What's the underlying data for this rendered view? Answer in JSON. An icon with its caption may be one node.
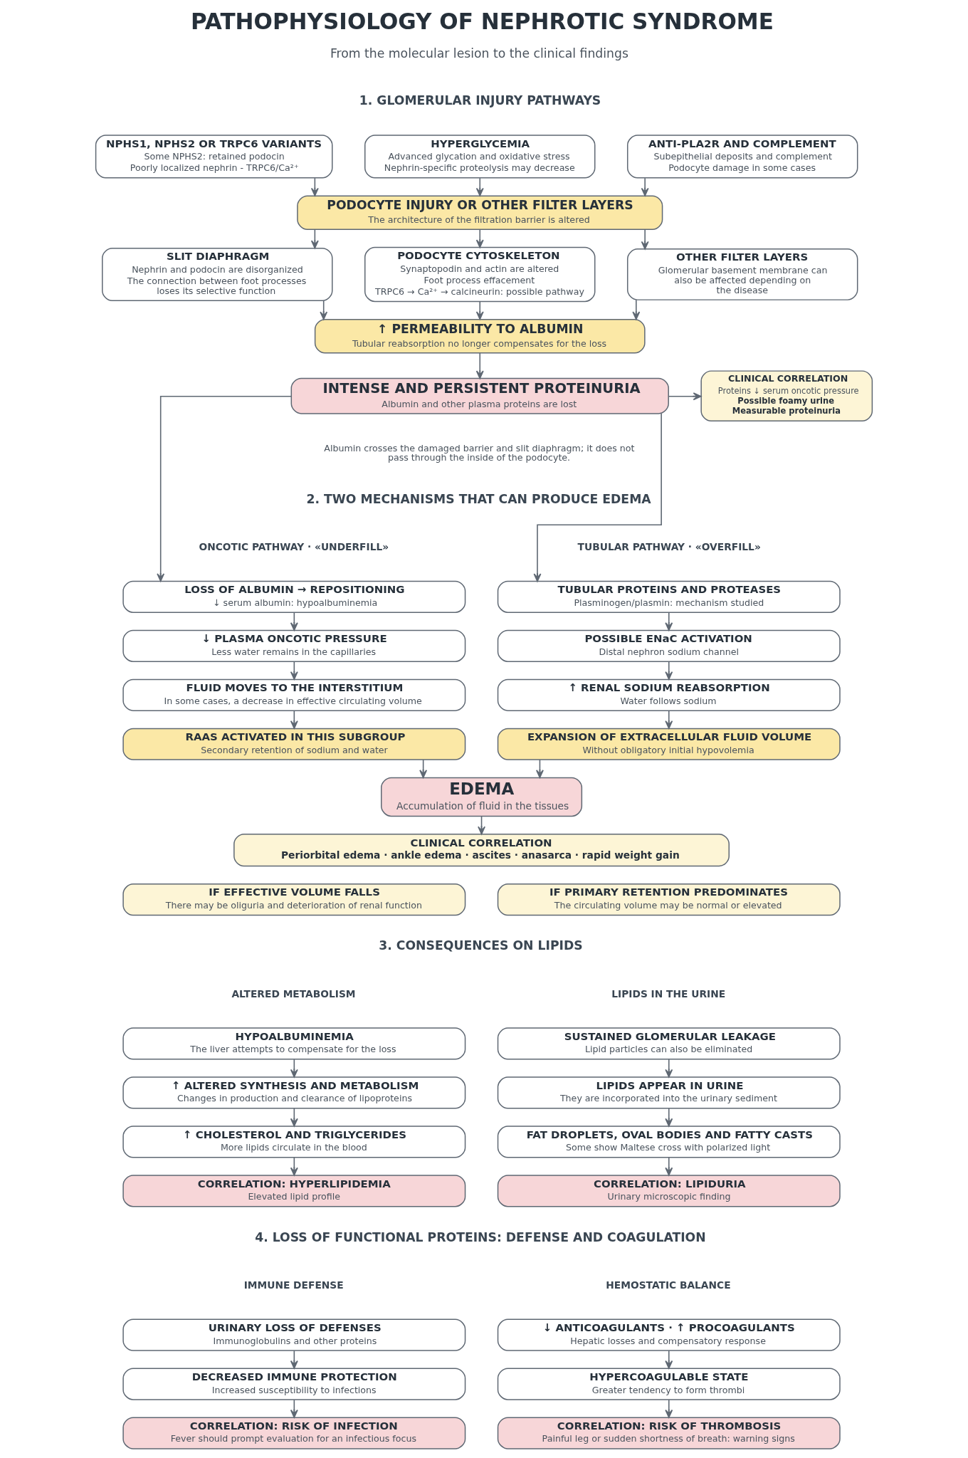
{
  "diagram": {
    "title": "PATHOPHYSIOLOGY OF NEPHROTIC SYNDROME",
    "nodes": [
      {
        "text": [
          "NPHS1, NPHS2 OR TRPC6 VARIANTS",
          "Some NPHS2: retained podocin",
          "Poorly localized nephrin - TRPC6/Ca²⁺"
        ]
      },
      {
        "text": [
          "HYPERGLYCEMIA",
          "Advanced glycation and oxidative stress",
          "Nephrin-specific proteolysis may decrease"
        ]
      },
      {
        "text": [
          "ANTI-PLA2R AND COMPLEMENT",
          "Subepithelial deposits and complement",
          "Podocyte damage in some cases"
        ]
      },
      {
        "text": [
          "PODOCYTE INJURY OR OTHER FILTER LAYERS",
          "The architecture of the filtration barrier is altered"
        ]
      },
      {
        "text": [
          "SLIT DIAPHRAGM",
          "Nephrin and podocin are disorganized",
          "The connection between foot processes loses its selective function"
        ]
      },
      {
        "text": [
          "PODOCYTE CYTOSKELETON",
          "Synaptopodin and actin are altered",
          "Foot process effacement",
          "TRPC6 → Ca²⁺ → calcineurin: possible pathway"
        ]
      },
      {
        "text": [
          "OTHER FILTER LAYERS",
          "Glomerular basement membrane can also be affected depending on the disease"
        ]
      },
      {
        "text": [
          "↑ PERMEABILITY TO ALBUMIN",
          "Tubular reabsorption no longer compensates for the loss"
        ]
      },
      {
        "text": [
          "INTENSE AND PERSISTENT PROTEINURIA",
          "Albumin and other plasma proteins are lost"
        ]
      },
      {
        "text": [
          "CLINICAL CORRELATION",
          "Proteins ↓ serum oncotic pressure",
          "Possible foamy urine",
          "Measurable proteinuria"
        ]
      },
      {
        "text": [
          "LOSS OF ALBUMIN → REPOSITIONING",
          "↓ serum albumin: hypoalbuminemia"
        ]
      },
      {
        "text": [
          "↓ PLASMA ONCOTIC PRESSURE",
          "Less water remains in the capillaries"
        ]
      },
      {
        "text": [
          "FLUID MOVES TO THE INTERSTITIUM",
          "In some cases, a decrease in effective circulating volume"
        ]
      },
      {
        "text": [
          "RAAS ACTIVATED IN THIS SUBGROUP",
          "Secondary retention of sodium and water"
        ]
      },
      {
        "text": [
          "TUBULAR PROTEINS AND PROTEASES",
          "Plasminogen/plasmin: mechanism studied"
        ]
      },
      {
        "text": [
          "POSSIBLE ENaC ACTIVATION",
          "Distal nephron sodium channel"
        ]
      },
      {
        "text": [
          "↑ RENAL SODIUM REABSORPTION",
          "Water follows sodium"
        ]
      },
      {
        "text": [
          "EXPANSION OF EXTRACELLULAR FLUID VOLUME",
          "Without obligatory initial hypovolemia"
        ]
      },
      {
        "text": [
          "EDEMA",
          "Accumulation of fluid in the tissues"
        ]
      },
      {
        "text": [
          "CLINICAL CORRELATION",
          "Periorbital edema · ankle edema · ascites · anasarca · rapid weight gain"
        ]
      },
      {
        "text": [
          "IF EFFECTIVE VOLUME FALLS",
          "There may be oliguria and deterioration of renal function"
        ]
      },
      {
        "text": [
          "IF PRIMARY RETENTION PREDOMINATES",
          "The circulating volume may be normal or elevated"
        ]
      },
      {
        "text": [
          "HYPOALBUMINEMIA",
          "The liver attempts to compensate for the loss"
        ]
      },
      {
        "text": [
          "↑ ALTERED SYNTHESIS AND METABOLISM",
          "Changes in production and clearance of lipoproteins"
        ]
      },
      {
        "text": [
          "↑ CHOLESTEROL AND TRIGLYCERIDES",
          "More lipids circulate in the blood"
        ]
      },
      {
        "text": [
          "CORRELATION: HYPERLIPIDEMIA",
          "Elevated lipid profile"
        ]
      },
      {
        "text": [
          "SUSTAINED GLOMERULAR LEAKAGE",
          "Lipid particles can also be eliminated"
        ]
      },
      {
        "text": [
          "LIPIDS APPEAR IN URINE",
          "They are incorporated into the urinary sediment"
        ]
      },
      {
        "text": [
          "FAT DROPLETS, OVAL BODIES AND FATTY CASTS",
          "Some show Maltese cross with polarized light"
        ]
      },
      {
        "text": [
          "CORRELATION: LIPIDURIA",
          "Urinary microscopic finding"
        ]
      },
      {
        "text": [
          "URINARY LOSS OF DEFENSES",
          "Immunoglobulins and other proteins"
        ]
      },
      {
        "text": [
          "DECREASED IMMUNE PROTECTION",
          "Increased susceptibility to infections"
        ]
      },
      {
        "text": [
          "CORRELATION: RISK OF INFECTION",
          "Fever should prompt evaluation for an infectious focus"
        ]
      },
      {
        "text": [
          "↓ ANTICOAGULANTS · ↑ PROCOAGULANTS",
          "Hepatic losses and compensatory response"
        ]
      },
      {
        "text": [
          "HYPERCOAGULABLE STATE",
          "Greater tendency to form thrombi"
        ]
      },
      {
        "text": [
          "CORRELATION: RISK OF THROMBOSIS",
          "Painful leg or sudden shortness of breath: warning signs"
        ]
      }
    ],
    "edges": [
      {
        "from": 0,
        "to": 3,
        "arrow": "to"
      },
      {
        "from": 1,
        "to": 3,
        "arrow": "to"
      },
      {
        "from": 2,
        "to": 3,
        "arrow": "to"
      },
      {
        "from": 3,
        "to": 4,
        "arrow": "to"
      },
      {
        "from": 3,
        "to": 5,
        "arrow": "to"
      },
      {
        "from": 3,
        "to": 6,
        "arrow": "to"
      },
      {
        "from": 4,
        "to": 7,
        "arrow": "to"
      },
      {
        "from": 5,
        "to": 7,
        "arrow": "to"
      },
      {
        "from": 6,
        "to": 7,
        "arrow": "to"
      },
      {
        "from": 7,
        "to": 8,
        "arrow": "to"
      },
      {
        "from": 8,
        "to": 9,
        "arrow": "to"
      },
      {
        "from": 8,
        "to": 10,
        "arrow": "to"
      },
      {
        "from": 8,
        "to": 14,
        "arrow": "to"
      },
      {
        "from": 10,
        "to": 11,
        "arrow": "to"
      },
      {
        "from": 11,
        "to": 12,
        "arrow": "to"
      },
      {
        "from": 12,
        "to": 13,
        "arrow": "to"
      },
      {
        "from": 14,
        "to": 15,
        "arrow": "to"
      },
      {
        "from": 15,
        "to": 16,
        "arrow": "to"
      },
      {
        "from": 16,
        "to": 17,
        "arrow": "to"
      },
      {
        "from": 13,
        "to": 18,
        "arrow": "to"
      },
      {
        "from": 17,
        "to": 18,
        "arrow": "to"
      },
      {
        "from": 18,
        "to": 19,
        "arrow": "to"
      },
      {
        "from": 22,
        "to": 23,
        "arrow": "to"
      },
      {
        "from": 23,
        "to": 24,
        "arrow": "to"
      },
      {
        "from": 24,
        "to": 25,
        "arrow": "to"
      },
      {
        "from": 26,
        "to": 27,
        "arrow": "to"
      },
      {
        "from": 27,
        "to": 28,
        "arrow": "to"
      },
      {
        "from": 28,
        "to": 29,
        "arrow": "to"
      },
      {
        "from": 30,
        "to": 31,
        "arrow": "to"
      },
      {
        "from": 31,
        "to": 32,
        "arrow": "to"
      },
      {
        "from": 33,
        "to": 34,
        "arrow": "to"
      },
      {
        "from": 34,
        "to": 35,
        "arrow": "to"
      }
    ],
    "labels": [
      "From the molecular lesion to the clinical findings",
      "1. GLOMERULAR INJURY PATHWAYS",
      "Albumin crosses the damaged barrier and slit diaphragm; it does not pass through the inside of the podocyte.",
      "2. TWO MECHANISMS THAT CAN PRODUCE EDEMA",
      "ONCOTIC PATHWAY · «UNDERFILL»",
      "TUBULAR PATHWAY · «OVERFILL»",
      "3. CONSEQUENCES ON LIPIDS",
      "ALTERED METABOLISM",
      "LIPIDS IN THE URINE",
      "4. LOSS OF FUNCTIONAL PROTEINS: DEFENSE AND COAGULATION",
      "IMMUNE DEFENSE",
      "HEMOSTATIC BALANCE"
    ]
  }
}
